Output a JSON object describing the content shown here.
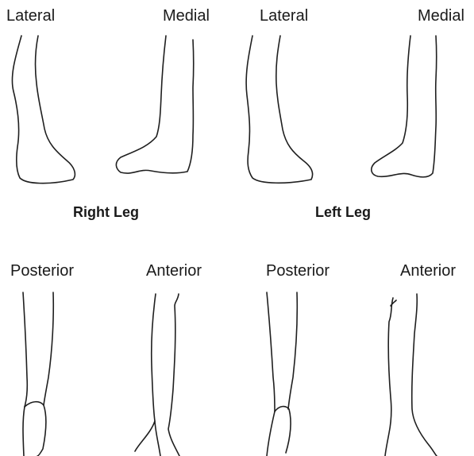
{
  "views": {
    "top_left_lateral": "Lateral",
    "top_left_medial": "Medial",
    "top_right_lateral": "Lateral",
    "top_right_medial": "Medial",
    "bottom_left_posterior": "Posterior",
    "bottom_left_anterior": "Anterior",
    "bottom_right_posterior": "Posterior",
    "bottom_right_anterior": "Anterior"
  },
  "legs": {
    "right": "Right Leg",
    "left": "Left Leg"
  }
}
